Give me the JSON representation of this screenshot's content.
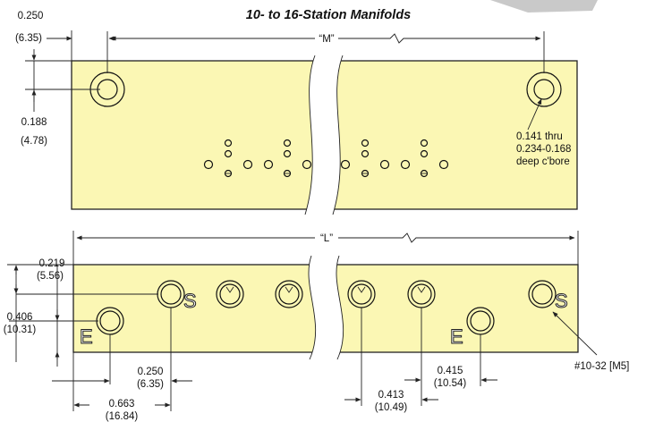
{
  "title": "10- to 16-Station Manifolds",
  "colors": {
    "plate": "#fbf7b4",
    "line": "#222222",
    "ghost": "#c9c9c9"
  },
  "top_view": {
    "dim_edge_to_hole": {
      "inch": "0.250",
      "mm": "(6.35)"
    },
    "dim_top_to_hole": {
      "inch": "0.188",
      "mm": "(4.78)"
    },
    "dim_M": "“M”",
    "hole_note": [
      "0.141 thru",
      "0.234-0.168",
      "deep c'bore"
    ]
  },
  "bottom_view": {
    "dim_L": "“L”",
    "dim_top_to_S": {
      "inch": "0.219",
      "mm": "(5.56)"
    },
    "dim_top_to_E": {
      "inch": "0.406",
      "mm": "(10.31)"
    },
    "dim_S_offset": {
      "inch": "0.250",
      "mm": "(6.35)"
    },
    "dim_edge_to_S": {
      "inch": "0.663",
      "mm": "(16.84)"
    },
    "dim_pitch": {
      "inch": "0.413",
      "mm": "(10.49)"
    },
    "dim_E_offset": {
      "inch": "0.415",
      "mm": "(10.54)"
    },
    "port_S": "S",
    "port_E": "E",
    "thread_note": "#10-32 [M5]"
  }
}
